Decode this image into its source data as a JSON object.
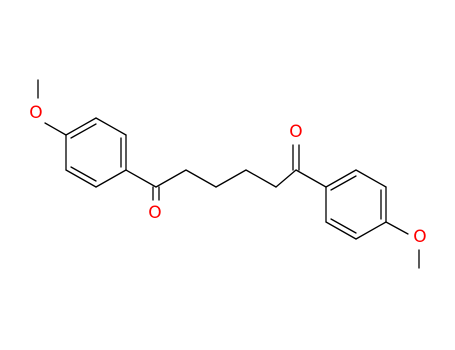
{
  "molecule": {
    "atoms": {
      "O1": "O",
      "O2": "O",
      "O3": "O",
      "O4": "O"
    },
    "colors": {
      "bond": "#000000",
      "oxygen": "#ff0000"
    }
  }
}
